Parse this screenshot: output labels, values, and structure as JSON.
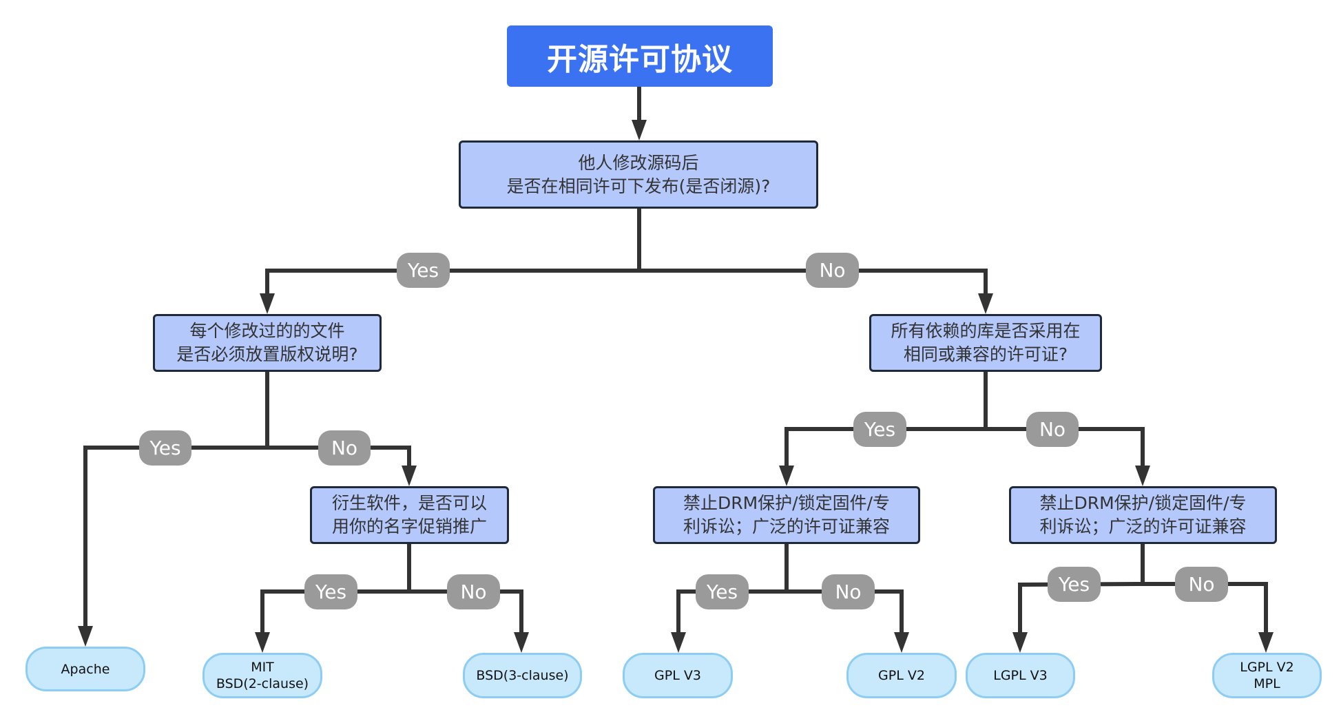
{
  "colors": {
    "title_bg": "#3b72f1",
    "question_bg": "#b4c8fc",
    "question_border": "#1f2937",
    "leaf_bg": "#c8e8fc",
    "leaf_border": "#8dcdf4",
    "label_bg": "#9a9a9a",
    "connector": "#333333"
  },
  "title": "开源许可协议",
  "questions": {
    "q1": "他人修改源码后\n是否在相同许可下发布(是否闭源)?",
    "q2_left": "每个修改过的的文件\n是否必须放置版权说明?",
    "q2_right": "所有依赖的库是否采用在\n相同或兼容的许可证?",
    "q3_left": "衍生软件，是否可以\n用你的名字促销推广",
    "q3_mid": "禁止DRM保护/锁定固件/专\n利诉讼；广泛的许可证兼容",
    "q3_right": "禁止DRM保护/锁定固件/专\n利诉讼；广泛的许可证兼容"
  },
  "labels": {
    "yes": "Yes",
    "no": "No"
  },
  "leaves": {
    "apache": "Apache",
    "mit_bsd2": "MIT\nBSD(2-clause)",
    "bsd3": "BSD(3-clause)",
    "gpl_v3": "GPL V3",
    "gpl_v2": "GPL V2",
    "lgpl_v3": "LGPL V3",
    "lgpl_v2_mpl": "LGPL V2\nMPL"
  }
}
